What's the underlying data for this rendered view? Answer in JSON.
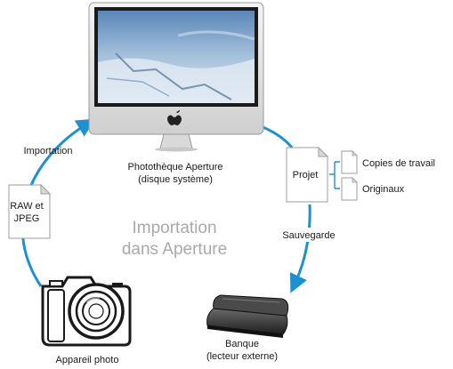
{
  "diagram": {
    "center_title_line1": "Importation",
    "center_title_line2": "dans Aperture",
    "library_label_line1": "Photothèque Aperture",
    "library_label_line2": "(disque système)",
    "import_label": "Importation",
    "raw_doc_line1": "RAW et",
    "raw_doc_line2": "JPEG",
    "project_doc": "Projet",
    "copies_label": "Copies de travail",
    "originals_label": "Originaux",
    "backup_label": "Sauvegarde",
    "vault_label_line1": "Banque",
    "vault_label_line2": "(lecteur externe)",
    "camera_label": "Appareil photo"
  },
  "colors": {
    "cycle_arrow": "#1e90d0",
    "doc_fold": "#d8d8d8",
    "center_text": "#a9a9a9"
  }
}
